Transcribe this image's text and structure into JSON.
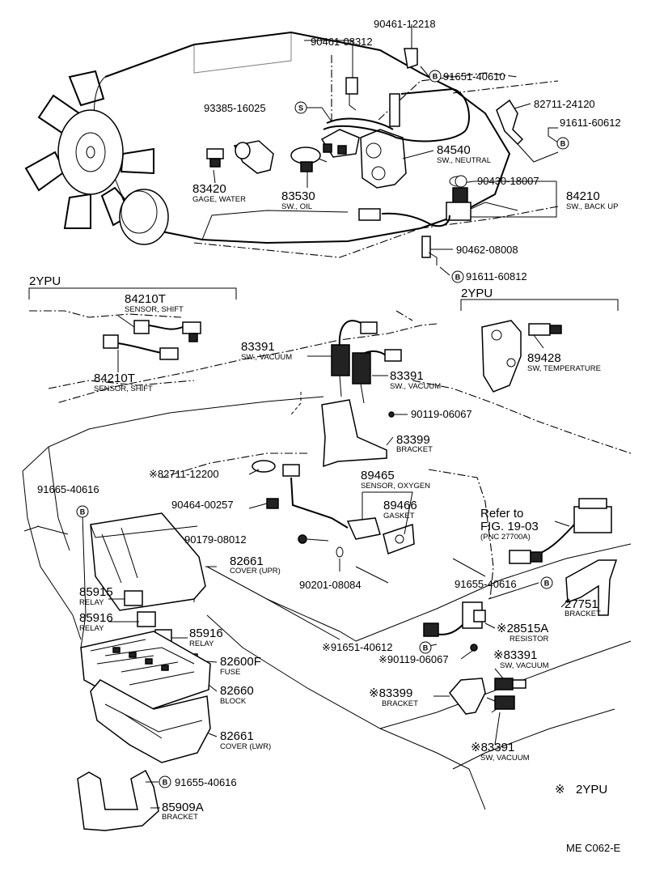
{
  "diagram": {
    "code": "ME C062-E",
    "legend_symbol": "※",
    "legend_text": "2YPU",
    "section_2ypu_left": "2YPU",
    "section_2ypu_right": "2YPU",
    "refer_line1": "Refer to",
    "refer_line2": "FIG. 19-03",
    "refer_line3": "(PNC 27700A)",
    "marker_b": "B",
    "marker_s": "S",
    "parts": {
      "p90461_12218": "90461-12218",
      "p90461_08312": "90461-08312",
      "p91651_40610": "91651-40610",
      "p82711_24120": "82711-24120",
      "p93385_16025": "93385-16025",
      "p91611_60612": "91611-60612",
      "p84540": "84540",
      "p84540_desc": "SW., NEUTRAL",
      "p90430_18007": "90430-18007",
      "p84210": "84210",
      "p84210_desc": "SW., BACK UP",
      "p83420": "83420",
      "p83420_desc": "GAGE, WATER",
      "p83530": "83530",
      "p83530_desc": "SW., OIL",
      "p90462_08008": "90462-08008",
      "p91611_60812": "91611-60812",
      "p84210T_a": "84210T",
      "p84210T_a_desc": "SENSOR, SHIFT",
      "p84210T_b": "84210T",
      "p84210T_b_desc": "SENSOR, SHIFT",
      "p83391_a": "83391",
      "p83391_a_desc": "SW., VACUUM",
      "p83391_b": "83391",
      "p83391_b_desc": "SW., VACUUM",
      "p89428": "89428",
      "p89428_desc": "SW, TEMPERATURE",
      "p90119_06067_a": "90119-06067",
      "p83399_a": "83399",
      "p83399_a_desc": "BRACKET",
      "p82711_12200": "※82711-12200",
      "p89465": "89465",
      "p89465_desc": "SENSOR, OXYGEN",
      "p91655_40616_a": "91665-40616",
      "p90464_00257": "90464-00257",
      "p89466": "89466",
      "p89466_desc": "GASKET",
      "p90179_08012": "90179-08012",
      "p82661_upr": "82661",
      "p82661_upr_desc": "COVER (UPR)",
      "p90201_08084": "90201-08084",
      "p91655_40616_b": "91655-40616",
      "p27751": "27751",
      "p27751_desc": "BRACKET",
      "p85915": "85915",
      "p85915_desc": "RELAY",
      "p85916_a": "85916",
      "p85916_a_desc": "RELAY",
      "p85916_b": "85916",
      "p85916_b_desc": "RELAY",
      "p91651_40612": "※91651-40612",
      "p28515A": "※28515A",
      "p28515A_desc": "RESISTOR",
      "p90119_06067_b": "※90119-06067",
      "p83391_c": "※83391",
      "p83391_c_desc": "SW, VACUUM",
      "p82600F": "82600F",
      "p82600F_desc": "FUSE",
      "p83399_b": "※83399",
      "p83399_b_desc": "BRACKET",
      "p82660": "82660",
      "p82660_desc": "BLOCK",
      "p82661_lwr": "82661",
      "p82661_lwr_desc": "COVER (LWR)",
      "p83391_d": "※83391",
      "p83391_d_desc": "SW, VACUUM",
      "p91655_40616_c": "91655-40616",
      "p85909A": "85909A",
      "p85909A_desc": "BRACKET"
    }
  }
}
